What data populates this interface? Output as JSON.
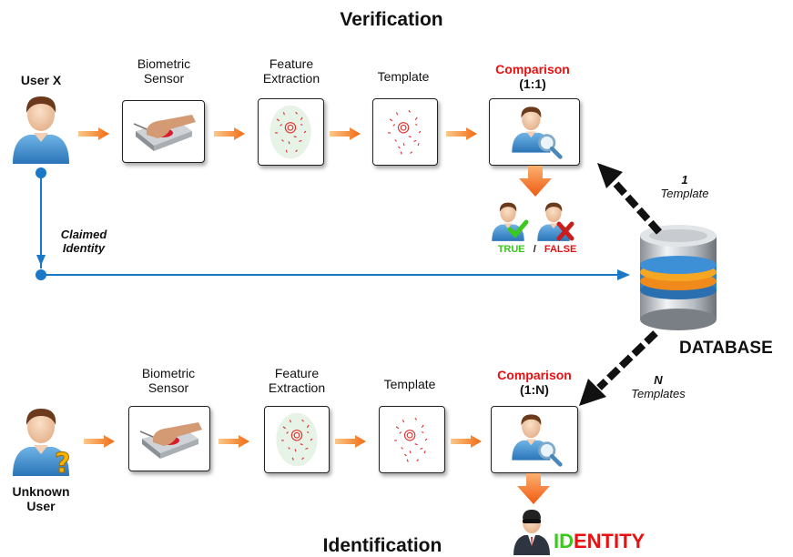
{
  "verification": {
    "title": "Verification",
    "user_label": "User X",
    "sensor_label_1": "Biometric",
    "sensor_label_2": "Sensor",
    "feature_label_1": "Feature",
    "feature_label_2": "Extraction",
    "template_label": "Template",
    "comparison_label": "Comparison",
    "comparison_mode": "(1:1)",
    "true_label": "TRUE",
    "separator": "/",
    "false_label": "FALSE",
    "claimed_1": "Claimed",
    "claimed_2": "Identity",
    "db_link_count": "1",
    "db_link_label": "Template"
  },
  "identification": {
    "title": "Identification",
    "user_label_1": "Unknown",
    "user_label_2": "User",
    "sensor_label_1": "Biometric",
    "sensor_label_2": "Sensor",
    "feature_label_1": "Feature",
    "feature_label_2": "Extraction",
    "template_label": "Template",
    "comparison_label": "Comparison",
    "comparison_mode": "(1:N)",
    "db_link_count": "N",
    "db_link_label": "Templates",
    "identity_part_1": "ID",
    "identity_part_2": "ENTITY"
  },
  "database": {
    "label": "DATABASE"
  },
  "colors": {
    "comparison": "#e81010",
    "true": "#3cc81e",
    "false": "#e81010",
    "flow_arrow": "#f07a20",
    "claimed_line": "#1a78c8"
  }
}
